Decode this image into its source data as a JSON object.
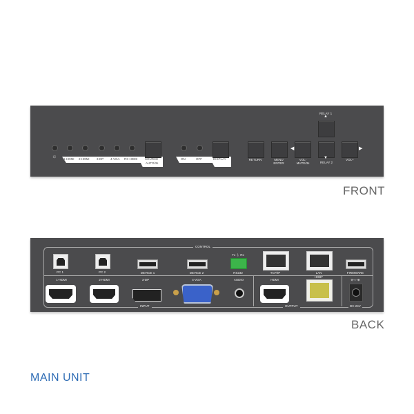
{
  "front": {
    "title": "FRONT",
    "led_labels": [
      "1-HDMI",
      "2-HDMI",
      "3-DP",
      "4-VGA",
      "RX HDMI"
    ],
    "source_label": "SOURCE",
    "source_sub": "AUTO/3s",
    "on": "ON",
    "off": "OFF",
    "display": "DISPLAY",
    "return": "RETURN",
    "menu": "MENU",
    "enter": "ENTER",
    "vol_minus": "VOL-",
    "mute": "MUTE/3s",
    "relay1": "RELAY 1",
    "relay2": "RELAY 2",
    "vol_plus": "VOL+"
  },
  "back": {
    "title": "BACK",
    "control": "CONTROL",
    "pc1": "PC 1",
    "pc2": "PC 2",
    "device1": "DEVICE 1",
    "device2": "DEVICE 2",
    "rs232_top": "Tx ⏚ Rx",
    "rs232": "RS232",
    "tcpip": "TCP/IP",
    "lan": "LAN",
    "firmware": "FIRMWARE",
    "hdmi1": "1-HDMI",
    "hdmi2": "2-HDMI",
    "dp": "3-DP",
    "vga": "4-VGA",
    "audio": "AUDIO",
    "hdmi_out": "HDMI",
    "hdbt": "HDBT",
    "input": "INPUT",
    "output": "OUTPUT",
    "dc": "DC 24V",
    "dc_symbol": "⊖-◐-⊕"
  },
  "caption": "MAIN UNIT",
  "colors": {
    "panel": "#4b4b4d",
    "caption": "#2f6db5",
    "terminal": "#3cb54a",
    "hdbt": "#c8c04a"
  }
}
